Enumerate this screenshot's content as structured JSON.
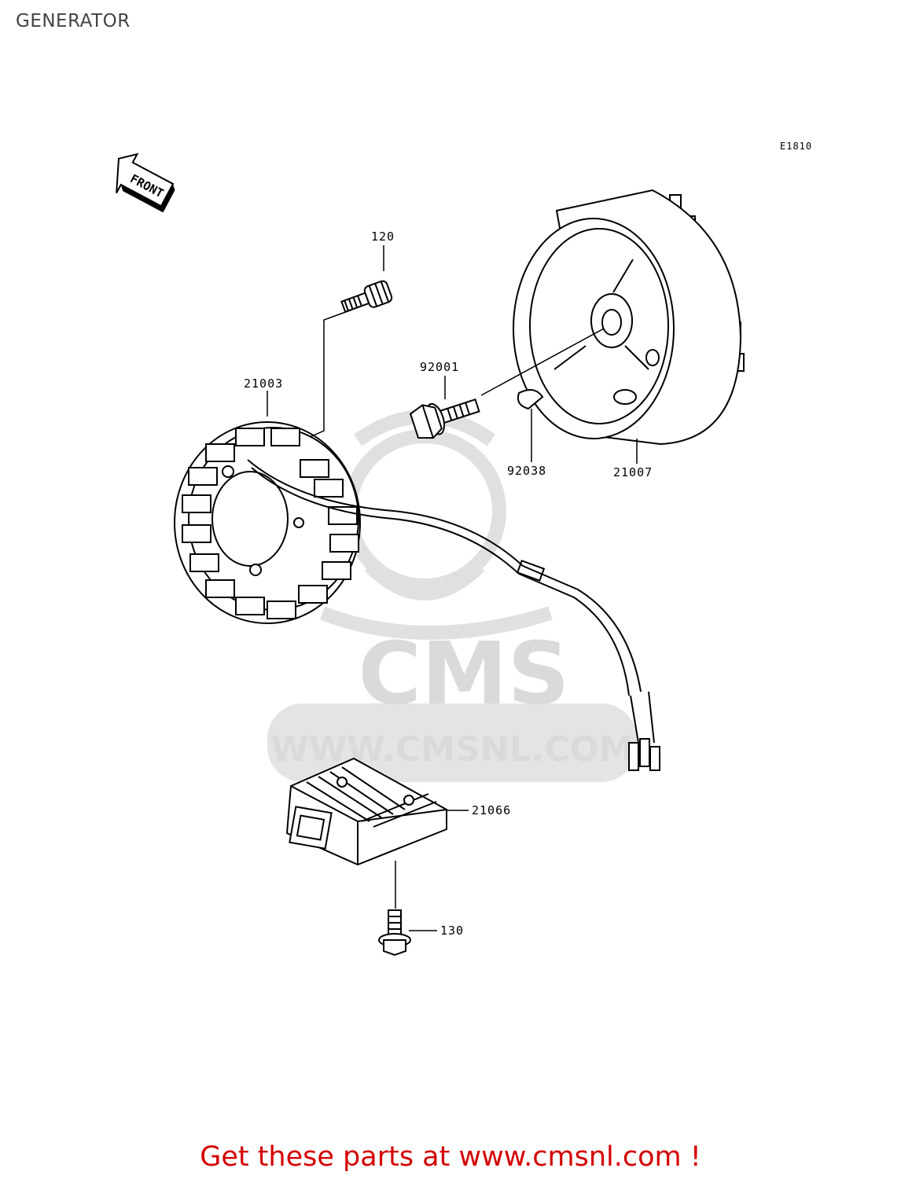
{
  "page": {
    "title": "GENERATOR",
    "code": "E1810",
    "footer": "Get these parts at www.cmsnl.com !"
  },
  "front_marker": {
    "text": "FRONT"
  },
  "watermark": {
    "brand": "CMS",
    "url": "WWW.CMSNL.COM"
  },
  "parts": {
    "bolt_stator": "120",
    "stator": "21003",
    "flywheel_bolt": "92001",
    "key": "92038",
    "flywheel": "21007",
    "regulator": "21066",
    "bolt_regulator": "130"
  },
  "colors": {
    "footer": "#d40000",
    "line": "#000000",
    "watermark": "#bdbdbd"
  }
}
